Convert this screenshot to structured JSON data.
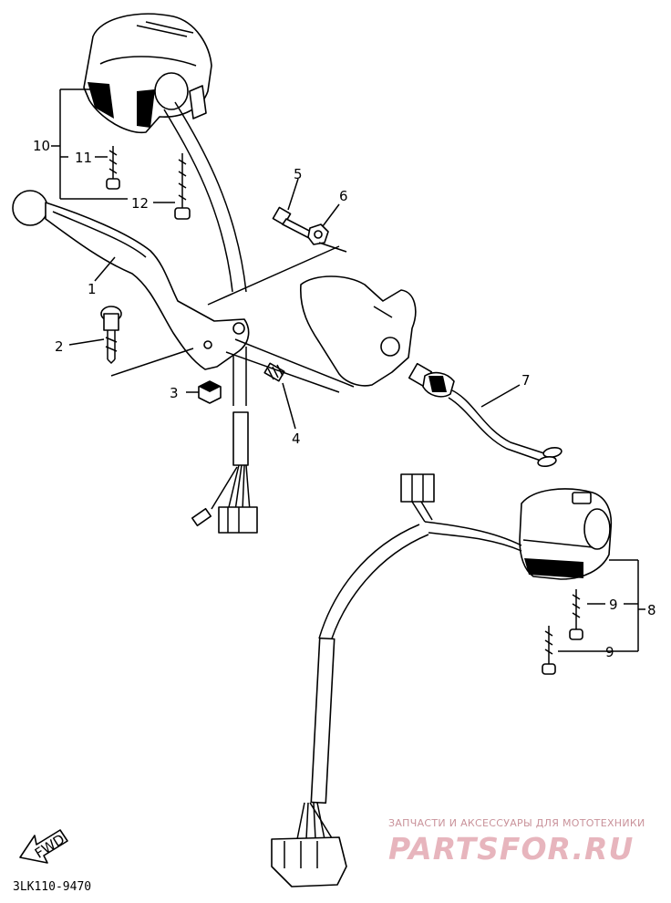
{
  "callouts": {
    "c1": "1",
    "c2": "2",
    "c3": "3",
    "c4": "4",
    "c5": "5",
    "c6": "6",
    "c7": "7",
    "c8": "8",
    "c9a": "9",
    "c9b": "9",
    "c10": "10",
    "c11": "11",
    "c12": "12"
  },
  "fwd_label": "FWD",
  "diagram_code": "3LK110-9470",
  "watermark": {
    "tagline": "ЗАПЧАСТИ И АКСЕССУАРЫ ДЛЯ МОТОТЕХНИКИ",
    "logo_text": "PARTSFOR.RU"
  }
}
